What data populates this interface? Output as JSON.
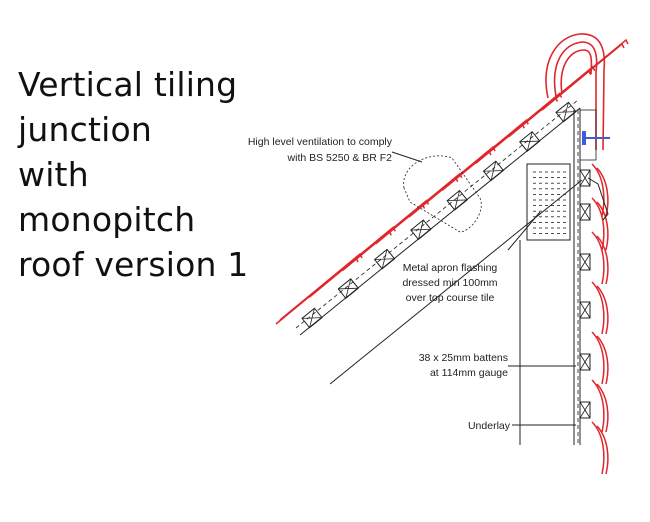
{
  "title_lines": [
    "Vertical tiling",
    "junction",
    "with",
    "monopitch",
    "roof version 1"
  ],
  "labels": {
    "ventilation_1": "High level ventilation to comply",
    "ventilation_2": "with BS 5250 & BR F2",
    "apron_1": "Metal apron flashing",
    "apron_2": "dressed min 100mm",
    "apron_3": "over top course tile",
    "battens_1": "38 x 25mm battens",
    "battens_2": "at 114mm gauge",
    "underlay": "Underlay"
  },
  "colors": {
    "tile": "#e0262d",
    "line": "#222222",
    "accent": "#3b5bdb"
  }
}
